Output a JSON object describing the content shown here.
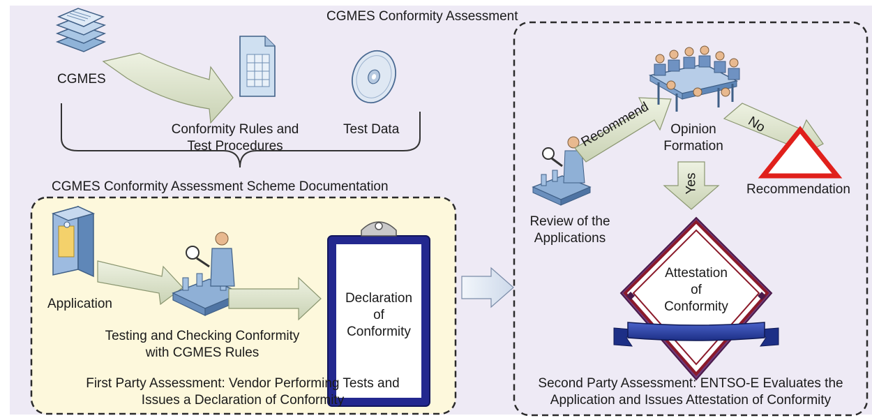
{
  "title": "CGMES Conformity Assessment",
  "top": {
    "cgmes": "CGMES",
    "rules_line1": "Conformity Rules and",
    "rules_line2": "Test Procedures",
    "test_data": "Test Data",
    "scheme_doc": "CGMES Conformity Assessment Scheme Documentation"
  },
  "first_party": {
    "application": "Application",
    "testing_line1": "Testing and Checking Conformity",
    "testing_line2": "with CGMES Rules",
    "declaration_line1": "Declaration",
    "declaration_line2": "of",
    "declaration_line3": "Conformity",
    "caption_line1": "First Party Assessment: Vendor Performing Tests and",
    "caption_line2": "Issues a Declaration of Conformity"
  },
  "second_party": {
    "review_line1": "Review of the",
    "review_line2": "Applications",
    "recommend": "Recommend",
    "opinion_line1": "Opinion",
    "opinion_line2": "Formation",
    "no": "No",
    "yes": "Yes",
    "recommendation": "Recommendation",
    "attestation_line1": "Attestation",
    "attestation_line2": "of",
    "attestation_line3": "Conformity",
    "caption_line1": "Second Party Assessment: ENTSO-E Evaluates the",
    "caption_line2": "Application and Issues Attestation of Conformity"
  },
  "colors": {
    "background": "#eeeaf5",
    "first_party_box": "#fdf8dc",
    "arrow_fill": "#dfe6cf",
    "warning_triangle": "#e0201b",
    "attestation_border": "#8b1a2a",
    "ribbon": "#2a3fa0"
  }
}
